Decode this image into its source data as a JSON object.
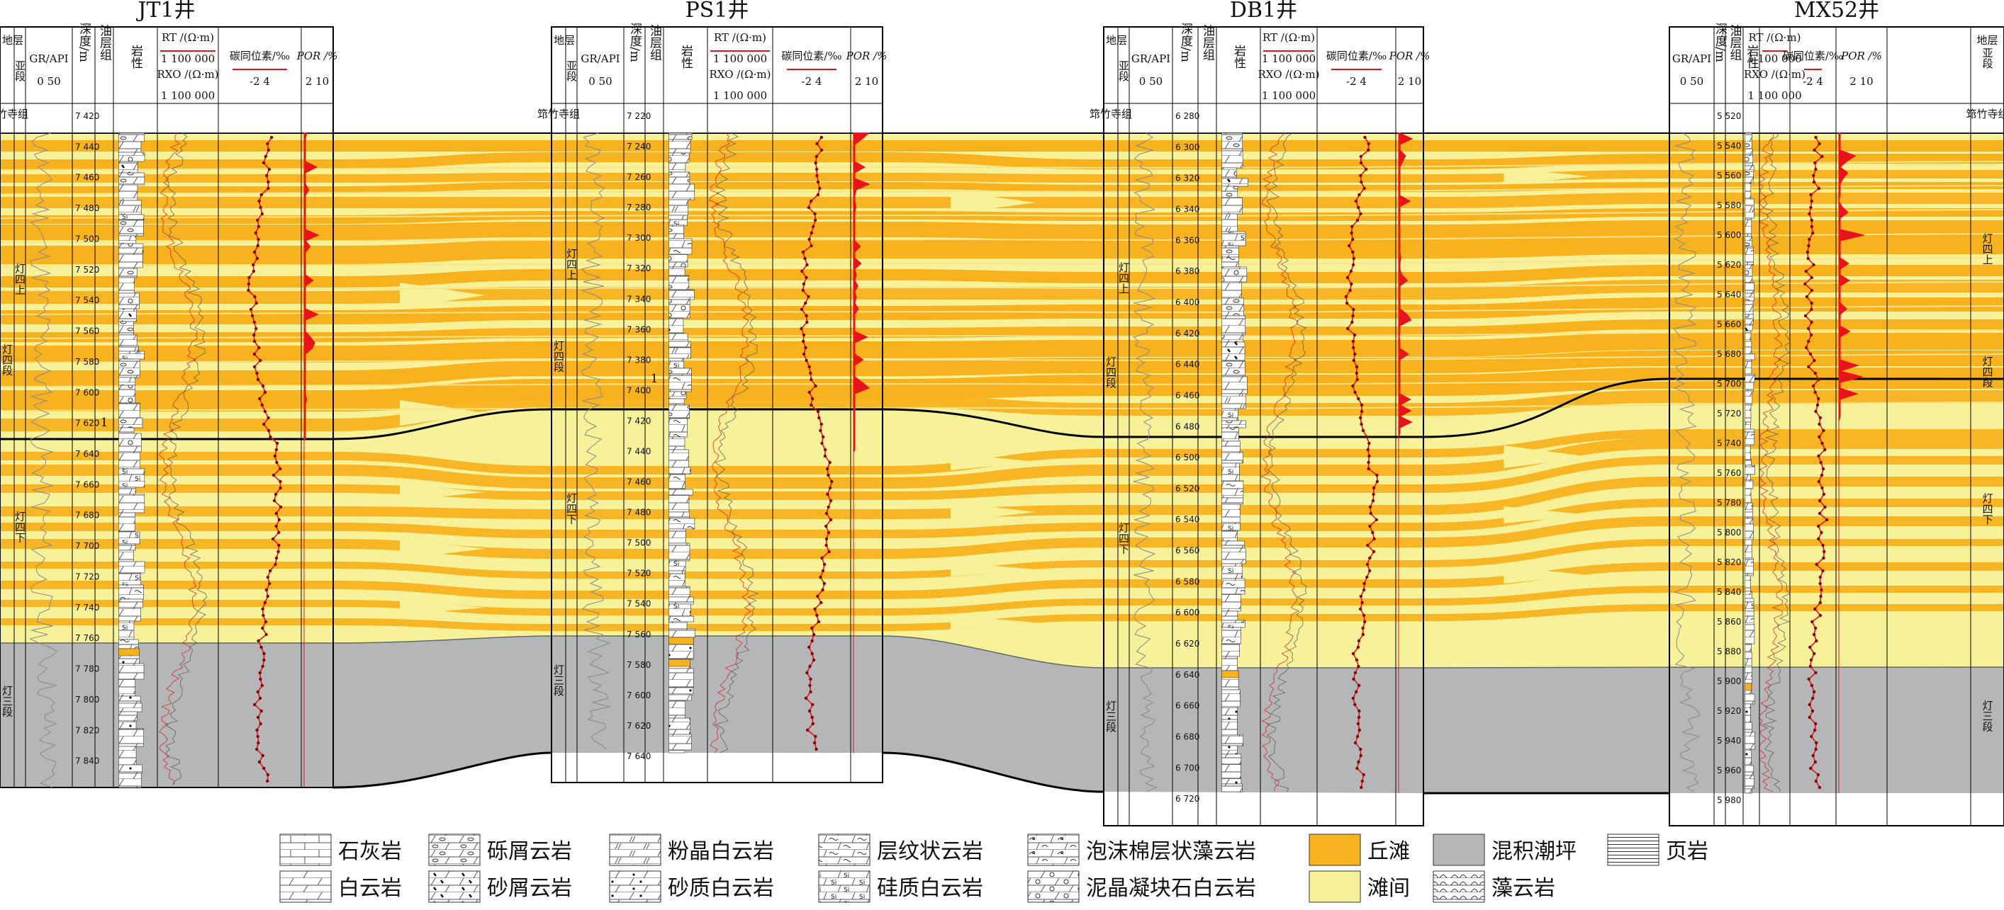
{
  "wells": [
    {
      "name": "JT1井",
      "header": {
        "strata": "地层",
        "substage": "亚段",
        "gr": "GR/API",
        "gr_scale": "0    50",
        "depth": "深度/m",
        "oil": "油层组",
        "lith": "岩性",
        "rt": "RT /(Ω·m)",
        "rt_scale": "1  100 000",
        "rxo": "RXO /(Ω·m)",
        "rxo_scale": "1  100 000",
        "carbon": "碳同位素/‰",
        "carbon_scale": "-2              4",
        "por": "POR /%",
        "por_scale": "2  10",
        "formation": "筇竹寺组"
      },
      "depth_ticks": [
        "7 420",
        "7 440",
        "7 460",
        "7 480",
        "7 500",
        "7 520",
        "7 540",
        "7 560",
        "7 580",
        "7 600",
        "7 620",
        "7 640",
        "7 660",
        "7 680",
        "7 700",
        "7 720",
        "7 740",
        "7 760",
        "7 780",
        "7 800",
        "7 820",
        "7 840"
      ],
      "zones": [
        "灯四段",
        "灯四上",
        "灯四下",
        "灯三段"
      ],
      "oil_group": "1"
    },
    {
      "name": "PS1井",
      "header": {
        "strata": "地层",
        "substage": "亚段",
        "gr": "GR/API",
        "gr_scale": "0    50",
        "depth": "深度/m",
        "oil": "油层组",
        "lith": "岩性",
        "rt": "RT /(Ω·m)",
        "rt_scale": "1  100 000",
        "rxo": "RXO /(Ω·m)",
        "rxo_scale": "1  100 000",
        "carbon": "碳同位素/‰",
        "carbon_scale": "-2              4",
        "por": "POR /%",
        "por_scale": "2  10",
        "formation": "筇竹寺组"
      },
      "depth_ticks": [
        "7 220",
        "7 240",
        "7 260",
        "7 280",
        "7 300",
        "7 320",
        "7 340",
        "7 360",
        "7 380",
        "7 400",
        "7 420",
        "7 440",
        "7 460",
        "7 480",
        "7 500",
        "7 520",
        "7 540",
        "7 560",
        "7 580",
        "7 600",
        "7 620",
        "7 640"
      ],
      "zones": [
        "灯四段",
        "灯四上",
        "灯四下",
        "灯三段"
      ],
      "oil_group": "1"
    },
    {
      "name": "DB1井",
      "header": {
        "strata": "地层",
        "substage": "亚段",
        "gr": "GR/API",
        "gr_scale": "0    50",
        "depth": "深度/m",
        "oil": "油层组",
        "lith": "岩性",
        "rt": "RT /(Ω·m)",
        "rt_scale": "1  100 000",
        "rxo": "RXO /(Ω·m)",
        "rxo_scale": "1  100 000",
        "carbon": "碳同位素/‰",
        "carbon_scale": "-2              4",
        "por": "POR /%",
        "por_scale": "2  10",
        "formation": "筇竹寺组"
      },
      "depth_ticks": [
        "6 280",
        "6 300",
        "6 320",
        "6 340",
        "6 360",
        "6 380",
        "6 400",
        "6 420",
        "6 440",
        "6 460",
        "6 480",
        "6 500",
        "6 520",
        "6 540",
        "6 560",
        "6 580",
        "6 600",
        "6 620",
        "6 640",
        "6 660",
        "6 680",
        "6 700",
        "6 720"
      ],
      "zones": [
        "灯四段",
        "灯四上",
        "灯四下",
        "灯三段"
      ],
      "oil_group": ""
    },
    {
      "name": "MX52井",
      "header": {
        "strata": "地层",
        "substage": "亚段",
        "gr": "GR/API",
        "gr_scale": "0    50",
        "depth": "深度/m",
        "oil": "油层组",
        "lith": "岩性",
        "rt": "RT /(Ω·m)",
        "rt_scale": "1  100 000",
        "rxo": "RXO /(Ω·m)",
        "rxo_scale": "1  100 000",
        "carbon": "碳同位素/‰",
        "carbon_scale": "-2              4",
        "por": "POR /%",
        "por_scale": "2  10",
        "formation": "筇竹寺组"
      },
      "depth_ticks": [
        "5 520",
        "5 540",
        "5 560",
        "5 580",
        "5 600",
        "5 620",
        "5 640",
        "5 660",
        "5 680",
        "5 700",
        "5 720",
        "5 740",
        "5 760",
        "5 780",
        "5 800",
        "5 820",
        "5 840",
        "5 860",
        "5 880",
        "5 900",
        "5 920",
        "5 940",
        "5 960",
        "5 980"
      ],
      "zones": [
        "灯四段",
        "灯四上",
        "灯四下",
        "灯三段"
      ],
      "oil_group": ""
    }
  ],
  "legend": [
    {
      "key": "limestone",
      "label": "石灰岩"
    },
    {
      "key": "dolomite",
      "label": "白云岩"
    },
    {
      "key": "rudstone",
      "label": "砾屑云岩"
    },
    {
      "key": "sandstone_dol",
      "label": "砂屑云岩"
    },
    {
      "key": "powder",
      "label": "粉晶白云岩"
    },
    {
      "key": "sandy",
      "label": "砂质白云岩"
    },
    {
      "key": "laminated",
      "label": "层纹状云岩"
    },
    {
      "key": "siliceous",
      "label": "硅质白云岩"
    },
    {
      "key": "foam",
      "label": "泡沫棉层状藻云岩"
    },
    {
      "key": "micrite",
      "label": "泥晶凝块石白云岩"
    },
    {
      "key": "shoal",
      "label": "丘滩"
    },
    {
      "key": "intershoal",
      "label": "滩间"
    },
    {
      "key": "tidal",
      "label": "混积潮坪"
    },
    {
      "key": "algal",
      "label": "藻云岩"
    },
    {
      "key": "shale",
      "label": "页岩"
    }
  ],
  "colors": {
    "shoal": "#f8b21e",
    "intershoal": "#f7f19a",
    "tidal": "#b5b6b8",
    "curve_red": "#d7191c",
    "por_red": "#e8131b",
    "line": "#000000"
  }
}
